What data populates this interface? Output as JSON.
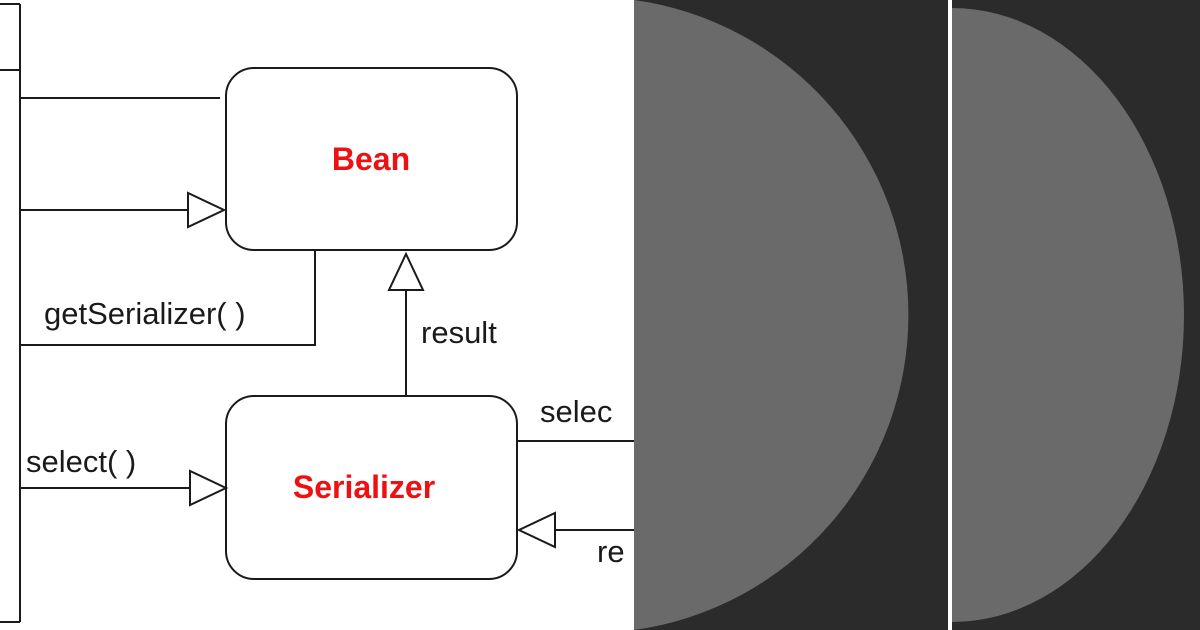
{
  "nodes": {
    "bean": "Bean",
    "serializer": "Serializer"
  },
  "edge_labels": {
    "get_serializer": "getSerializer( )",
    "result_up": "result",
    "select_left": "select( )",
    "select_right_cut": "selec",
    "result_right_cut": "re"
  },
  "colors": {
    "node_label": "#ee1111",
    "stroke": "#1a1a1a",
    "background": "#ffffff",
    "panel_dark": "#2b2b2b",
    "panel_circle": "#6a6a6a",
    "panel_divider": "#ffffff"
  }
}
